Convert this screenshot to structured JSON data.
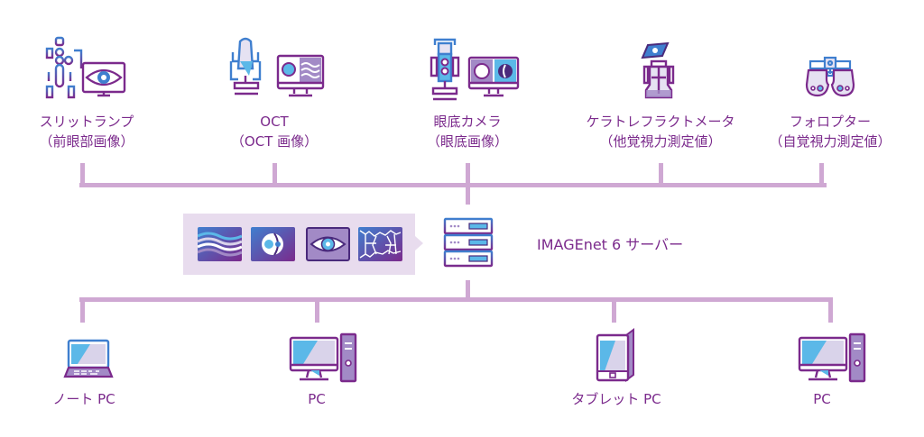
{
  "diagram": {
    "title": "",
    "colors": {
      "accent": "#7b2a8c",
      "connector": "#cfa8d3",
      "panel": "#e8dcee",
      "blue": "#3f7fcf",
      "light_blue": "#5bb8e8",
      "lavender": "#d9d3ea"
    },
    "input_devices": [
      {
        "name": "スリットランプ",
        "sub": "（前眼部画像）",
        "icon": "slit-lamp-icon"
      },
      {
        "name": "OCT",
        "sub": "（OCT 画像）",
        "icon": "oct-icon"
      },
      {
        "name": "眼底カメラ",
        "sub": "（眼底画像）",
        "icon": "fundus-camera-icon"
      },
      {
        "name": "ケラトレフラクトメータ",
        "sub": "（他覚視力測定値）",
        "icon": "keratorefractometer-icon"
      },
      {
        "name": "フォロプター",
        "sub": "（自覚視力測定値）",
        "icon": "phoropter-icon"
      }
    ],
    "image_types": [
      {
        "icon": "oct-scan-thumbnail"
      },
      {
        "icon": "anterior-eye-thumbnail"
      },
      {
        "icon": "eye-thumbnail"
      },
      {
        "icon": "fundus-vessel-thumbnail"
      }
    ],
    "server": {
      "label": "IMAGEnet 6 サーバー",
      "icon": "server-icon"
    },
    "output_devices": [
      {
        "name": "ノート PC",
        "icon": "laptop-icon"
      },
      {
        "name": "PC",
        "icon": "desktop-pc-icon"
      },
      {
        "name": "タブレット PC",
        "icon": "tablet-icon"
      },
      {
        "name": "PC",
        "icon": "desktop-pc-icon"
      }
    ]
  }
}
